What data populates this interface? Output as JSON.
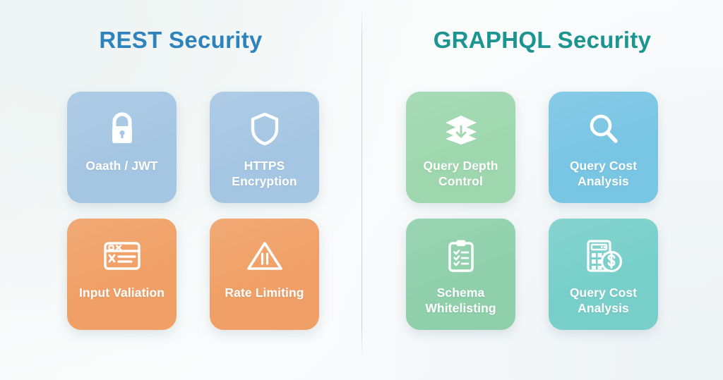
{
  "panels": [
    {
      "id": "rest",
      "title": "REST Security",
      "title_color": "#2f83bd",
      "cards": [
        {
          "label": "Oaath / JWT",
          "icon": "lock-icon",
          "color": "#a5c6e3"
        },
        {
          "label": "HTTPS Encryption",
          "icon": "shield-icon",
          "color": "#a5c6e3"
        },
        {
          "label": "Input Valiation",
          "icon": "form-window-icon",
          "color": "#f0a066"
        },
        {
          "label": "Rate Limiting",
          "icon": "warning-triangle-icon",
          "color": "#f0a066"
        }
      ]
    },
    {
      "id": "graphql",
      "title": "GRAPHQL Security",
      "title_color": "#1c9490",
      "cards": [
        {
          "label": "Query Depth Control",
          "icon": "layers-icon",
          "color": "#9ed7ae"
        },
        {
          "label": "Query Cost Analysis",
          "icon": "magnifier-icon",
          "color": "#79c5e4"
        },
        {
          "label": "Schema Whitelisting",
          "icon": "clipboard-check-icon",
          "color": "#8fd0ab"
        },
        {
          "label": "Query Cost Analysis",
          "icon": "calculator-dollar-icon",
          "color": "#78cfca"
        }
      ]
    }
  ],
  "divider": {
    "color": "#cbd2d5"
  },
  "background": {
    "color": "#f6f9fa"
  }
}
